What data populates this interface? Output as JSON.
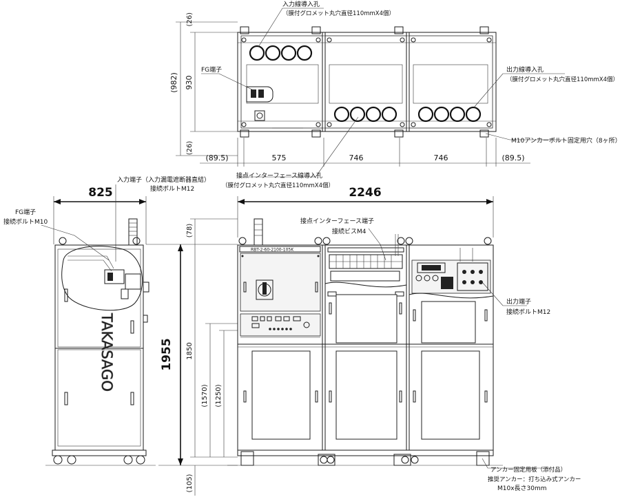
{
  "top_view": {
    "input_hole_title": "入力線導入孔",
    "input_hole_detail": "（膜付グロメット丸穴直径110mmX4個）",
    "fg_terminal": "FG端子",
    "output_hole_title": "出力線導入孔",
    "output_hole_detail": "（膜付グロメット丸穴直径110mmX4個）",
    "anchor_hole": "M10アンカーボルト固定用穴（8ヶ所）",
    "contact_hole_title": "接点インターフェース線導入孔",
    "contact_hole_detail": "（膜付グロメット丸穴直径110mmX4個）",
    "dim_top_26": "(26)",
    "dim_982": "(982)",
    "dim_930": "930",
    "dim_bottom_26": "(26)",
    "dim_left_89": "(89.5)",
    "dim_575": "575",
    "dim_746a": "746",
    "dim_746b": "746",
    "dim_right_89": "(89.5)"
  },
  "side_view": {
    "width_dim": "825",
    "fg_terminal": "FG端子",
    "fg_bolt": "接続ボルトM10",
    "input_terminal": "入力端子（入力漏電遮断器直結）",
    "input_bolt": "接続ボルトM12",
    "brand": "TAKASAGO",
    "height_dim": "1955"
  },
  "front_view": {
    "width_dim": "2246",
    "dim_78": "(78)",
    "dim_1850": "1850",
    "dim_1570": "(1570)",
    "dim_1250": "(1250)",
    "dim_105": "(105)",
    "contact_terminal": "接点インターフェース端子",
    "contact_screw": "接続ビスM4",
    "model_plate": "RBT-2-60-2100-105K",
    "output_terminal": "出力端子",
    "output_bolt": "接続ボルトM12",
    "anchor_plate": "アンカー固定用板（添付品）",
    "anchor_rec": "推奨アンカー：打ち込み式アンカー",
    "anchor_size": "M10x長さ30mm"
  }
}
